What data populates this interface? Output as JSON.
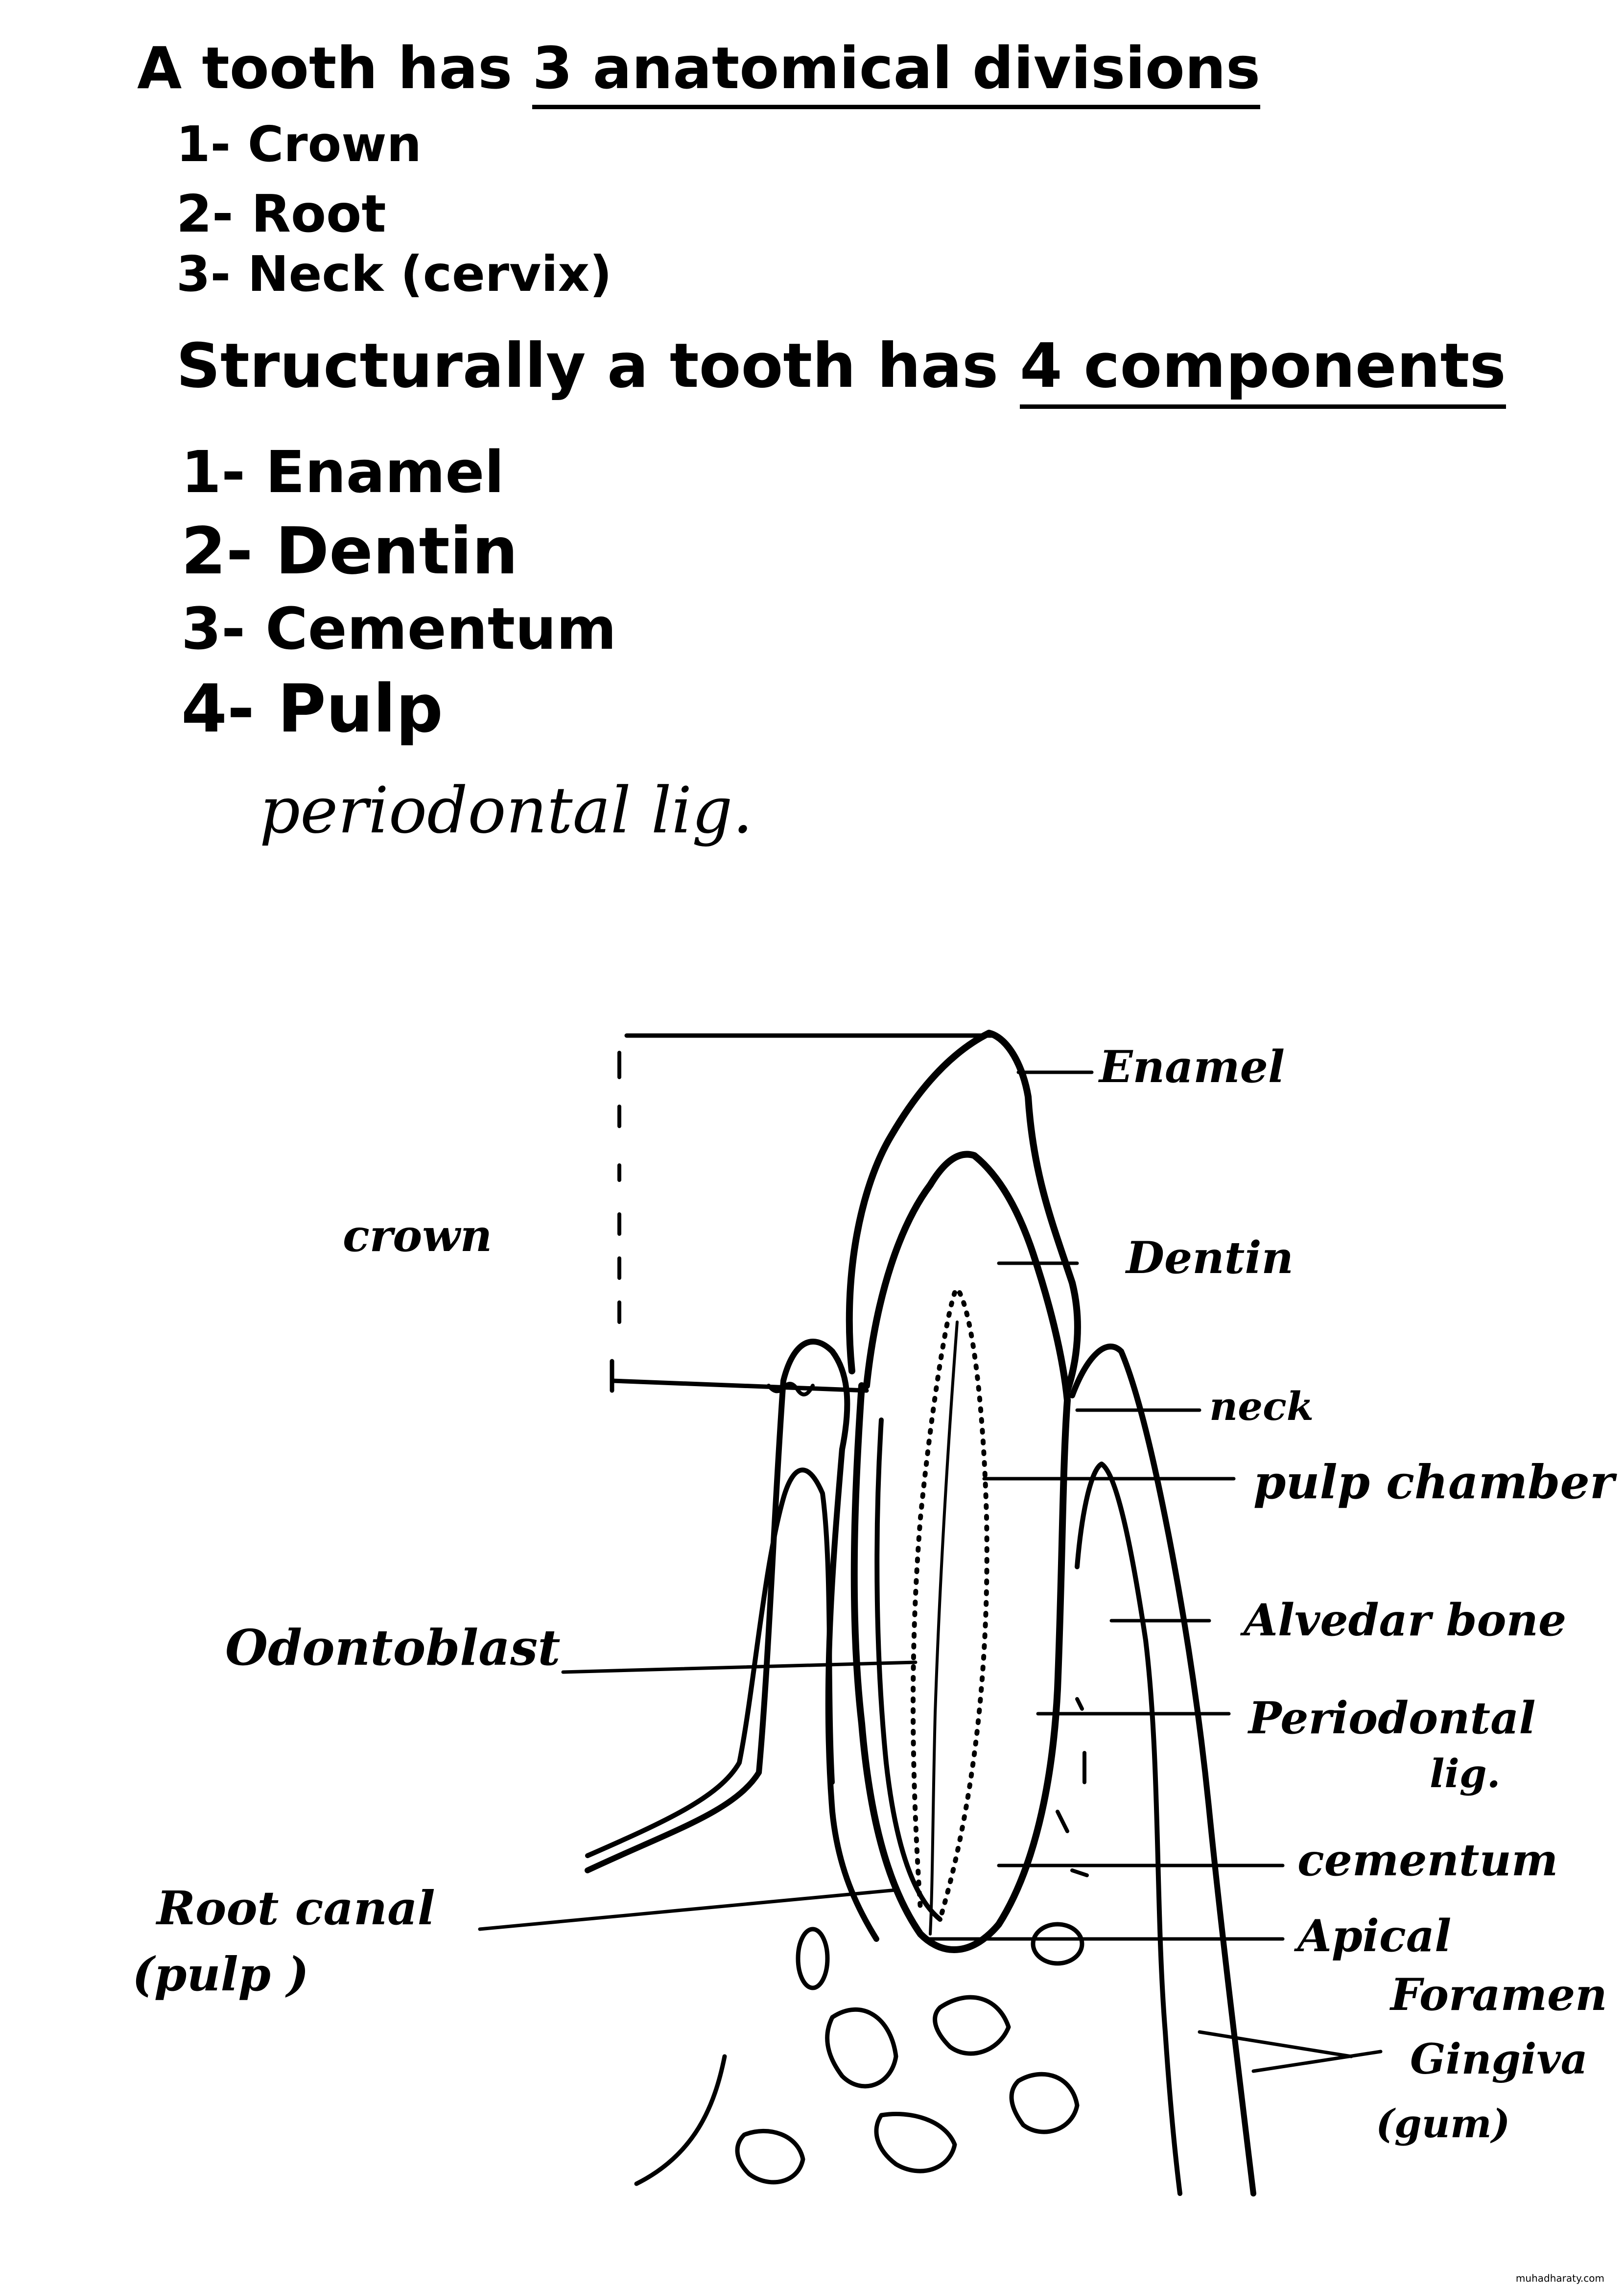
{
  "notes": {
    "heading1": {
      "prefix": "A tooth has",
      "emphasis": "3 anatomical divisions"
    },
    "divisions": [
      "1- Crown",
      "2- Root",
      "3- Neck (cervix)"
    ],
    "heading2": {
      "prefix": "Structurally a tooth has",
      "emphasis": "4 components"
    },
    "components": [
      "1- Enamel",
      "2- Dentin",
      "3- Cementum",
      "4- Pulp"
    ],
    "extra_note": "periodontal lig."
  },
  "diagram": {
    "labels": {
      "crown": "crown",
      "enamel": "Enamel",
      "dentin": "Dentin",
      "neck": "neck",
      "pulp_chamber": "pulp chamber",
      "alveolar_bone": "Alvedar bone",
      "periodontal_lig_1": "Periodontal",
      "periodontal_lig_2": "lig.",
      "cementum": "cementum",
      "apical_foramen_1": "Apical",
      "apical_foramen_2": "Foramen",
      "gingiva_1": "Gingiva",
      "gingiva_2": "(gum)",
      "odontoblast": "Odontoblast",
      "root_canal_1": "Root canal",
      "root_canal_2": "(pulp )"
    }
  },
  "footer": {
    "watermark": "muhadharaty.com"
  }
}
